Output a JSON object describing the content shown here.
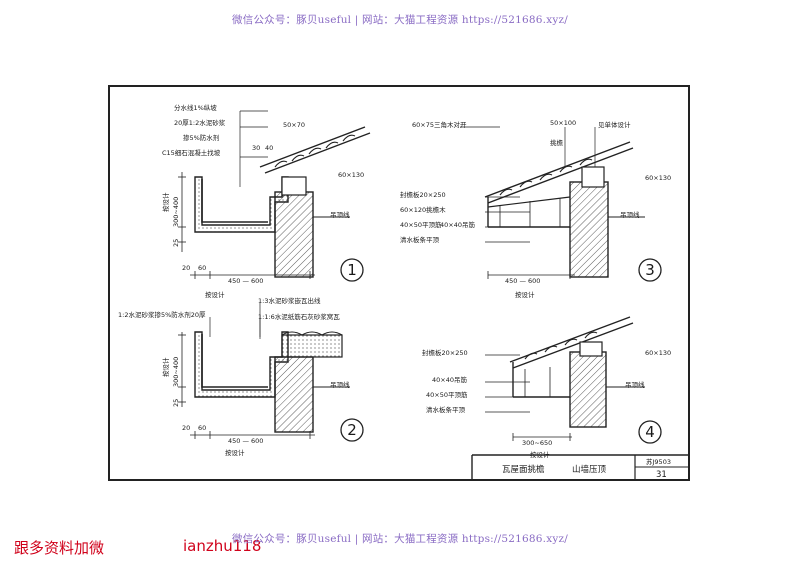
{
  "watermark": {
    "text": "微信公众号：豚贝useful | 网站：大猫工程资源 https://521686.xyz/"
  },
  "footer": {
    "left": "跟多资料加微",
    "handle": "ianzhu118"
  },
  "detail1": {
    "number": "1",
    "labels": [
      "分水线1%纵坡",
      "20厚1:2水泥砂浆",
      "掺5%防水剂",
      "C15细石混凝土找坡"
    ],
    "dims": [
      "50×70",
      "30",
      "40",
      "60×130",
      "300~400",
      "25",
      "按设计",
      "20",
      "60",
      "450 — 600",
      "按设计"
    ],
    "ceiling": "吊顶线"
  },
  "detail2": {
    "number": "2",
    "labels": [
      "1:2水泥砂浆掺5%防水剂20厚",
      "1:3水泥砂浆嵌瓦出线",
      "1:1:6水泥纸筋石灰砂浆窝瓦"
    ],
    "dims": [
      "300~400",
      "25",
      "按设计",
      "20",
      "60",
      "450 — 600",
      "按设计"
    ],
    "ceiling": "吊顶线"
  },
  "detail3": {
    "number": "3",
    "labels": [
      "60×75三角木对开",
      "50×100",
      "挑檐",
      "见单体设计",
      "封檐板20×250",
      "60×120挑檐木",
      "40×50平顶筋",
      "40×40吊筋",
      "清水板条平顶"
    ],
    "dims": [
      "60×130",
      "450 — 600",
      "按设计"
    ],
    "ceiling": "吊顶线"
  },
  "detail4": {
    "number": "4",
    "labels": [
      "封檐板20×250",
      "40×40吊筋",
      "40×50平顶筋",
      "清水板条平顶"
    ],
    "dims": [
      "60×130",
      "300~650",
      "按设计"
    ],
    "ceiling": "吊顶线"
  },
  "title_block": {
    "title": "瓦屋面挑檐",
    "subtitle": "山墙压顶",
    "code": "苏J9503",
    "page": "31"
  }
}
